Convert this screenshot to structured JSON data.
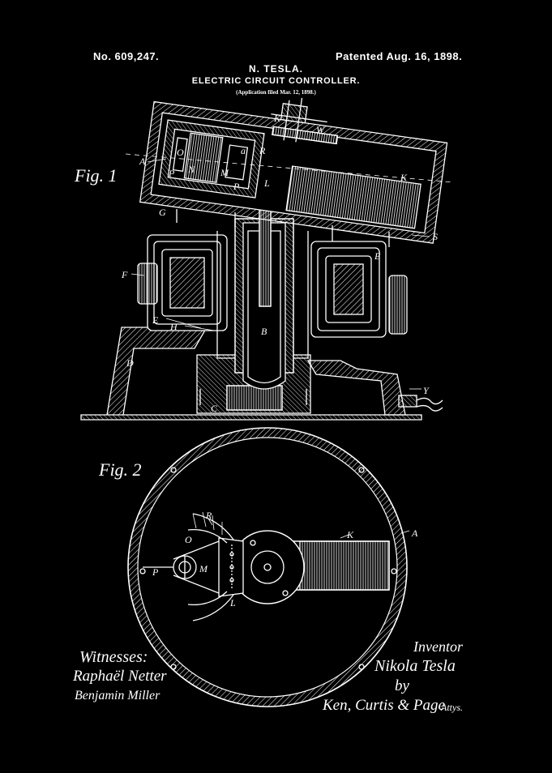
{
  "header": {
    "patent_number": "No. 609,247.",
    "patent_date": "Patented Aug. 16, 1898.",
    "inventor_name": "N. TESLA.",
    "title": "ELECTRIC CIRCUIT CONTROLLER.",
    "application": "(Application filed Mar. 12, 1898.)"
  },
  "figures": {
    "fig1_label": "Fig. 1",
    "fig2_label": "Fig. 2"
  },
  "fig1_letters": {
    "A": "A",
    "B": "B",
    "C": "C",
    "D": "D",
    "E": "E",
    "E2": "E",
    "F": "F",
    "G": "G",
    "H": "H",
    "K": "K",
    "K2": "K",
    "L": "L",
    "M": "M",
    "N": "N",
    "O": "O",
    "P": "P",
    "P2": "P",
    "R": "R",
    "S": "S",
    "W": "W",
    "Y": "Y",
    "a": "a"
  },
  "fig2_letters": {
    "A": "A",
    "K": "K",
    "L": "L",
    "M": "M",
    "O": "O",
    "P": "P",
    "R": "R"
  },
  "signatures": {
    "witnesses_label": "Witnesses:",
    "witness_1": "Raphaël Netter",
    "witness_2": "Benjamin Miller",
    "inventor_label": "Inventor",
    "inventor_signature": "Nikola Tesla",
    "by": "by",
    "attorney": "Ken, Curtis & Page",
    "attys": "Attys."
  },
  "colors": {
    "background": "#000000",
    "ink": "#ffffff"
  }
}
